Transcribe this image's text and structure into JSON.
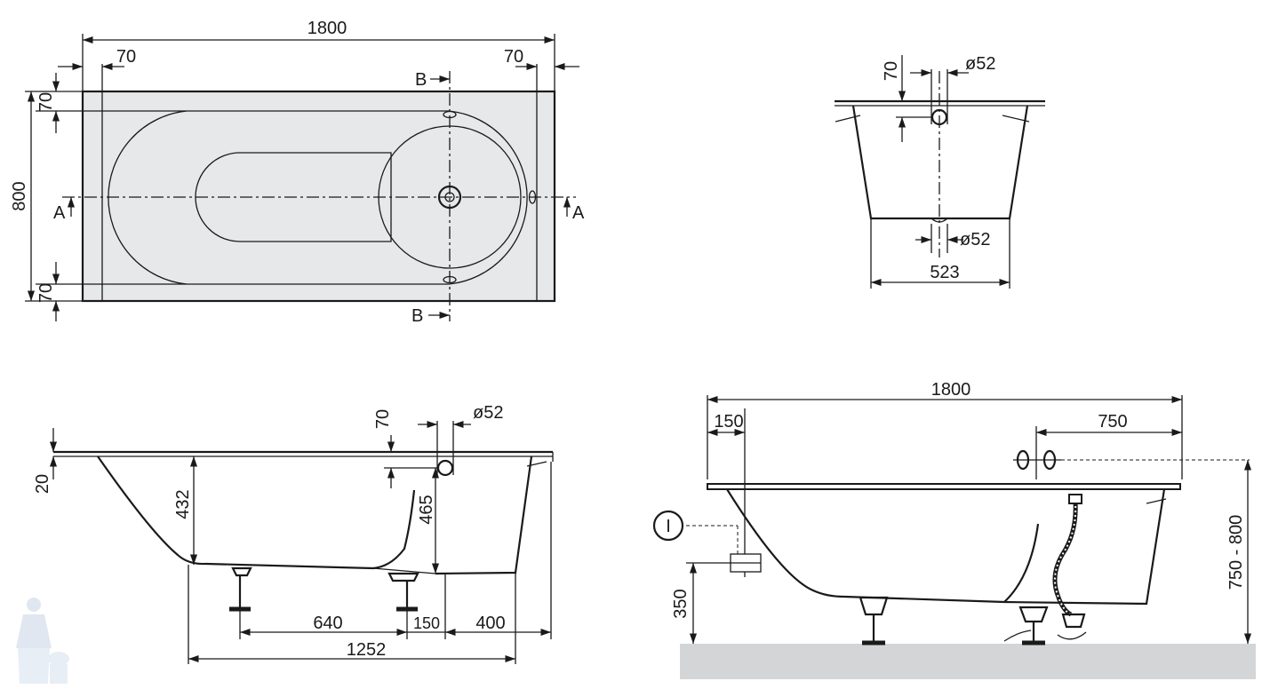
{
  "top_view": {
    "length": "1800",
    "width": "800",
    "margin_left": "70",
    "margin_right": "70",
    "margin_top": "70",
    "margin_bottom": "70",
    "section_a": "A",
    "section_b": "B"
  },
  "cross_section": {
    "overflow_offset": "70",
    "overflow_diameter": "ø52",
    "drain_diameter": "ø52",
    "bottom_width": "523"
  },
  "side_section": {
    "rim": "20",
    "inner_depth": "432",
    "overflow_offset": "70",
    "overflow_diameter": "ø52",
    "drain_height": "465",
    "feet_spacing": "640",
    "foot_offset": "150",
    "end_offset": "400",
    "bottom_length": "1252"
  },
  "install_view": {
    "length": "1800",
    "left_offset": "150",
    "overflow_position": "750",
    "rim_height": "750 - 800",
    "support_height": "350",
    "callout": "I"
  },
  "colors": {
    "line": "#1a1a1a",
    "tub_fill": "#e6e8ea",
    "floor_fill": "#d3d5d7",
    "watermark": "#b9c7d6"
  }
}
